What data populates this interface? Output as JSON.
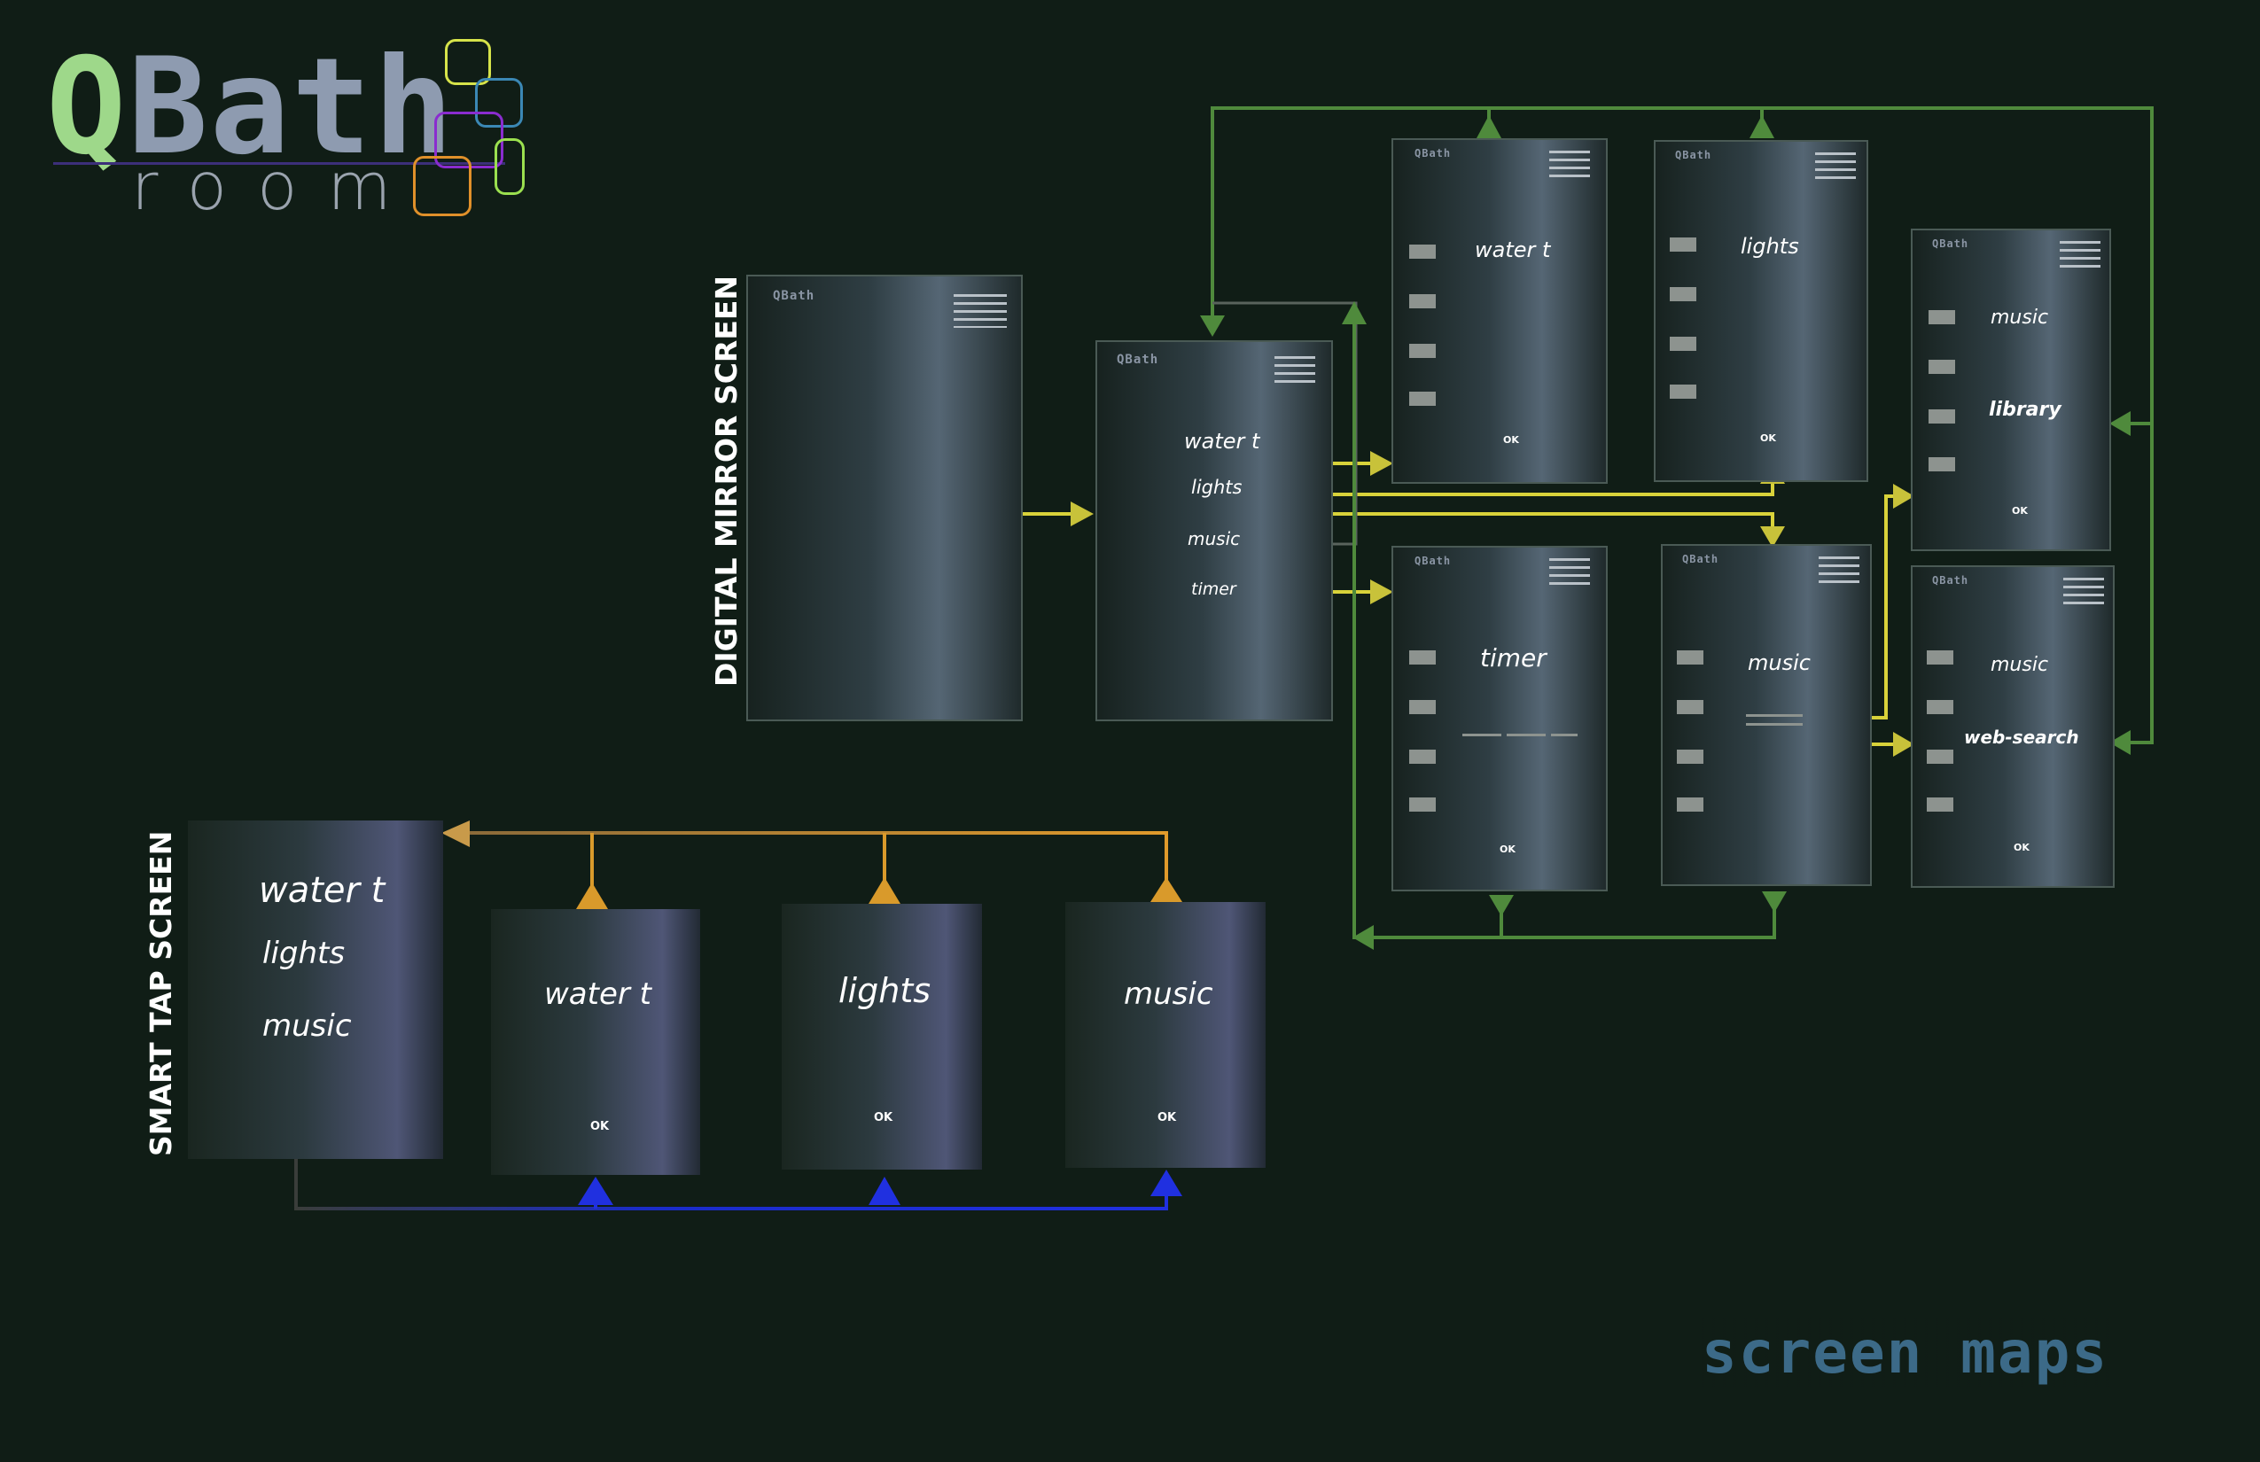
{
  "logo": {
    "letter_q": "Q",
    "word": "Bath",
    "sub": "room"
  },
  "mini_logo": "QBath",
  "sections": {
    "mirror": "DIGITAL MIRROR SCREEN",
    "tap": "SMART TAP SCREEN"
  },
  "mirror_main": {
    "items": [
      "water t",
      "lights",
      "music",
      "timer"
    ]
  },
  "mirror_screens": {
    "water": "water t",
    "lights": "lights",
    "timer": "timer",
    "music": "music",
    "library_top": "music",
    "library": "library",
    "web_top": "music",
    "web": "web-search"
  },
  "ok_label": "OK",
  "tap_main": {
    "items": [
      "water t",
      "lights",
      "music"
    ]
  },
  "tap_screens": {
    "water": "water t",
    "lights": "lights",
    "music": "music"
  },
  "footer": "screen maps",
  "colors": {
    "background": "#101d16",
    "green_link": "#4f8a3c",
    "yellow_link": "#d8d23a",
    "orange_link": "#d99a2b",
    "blue_link": "#1f2fd0"
  }
}
